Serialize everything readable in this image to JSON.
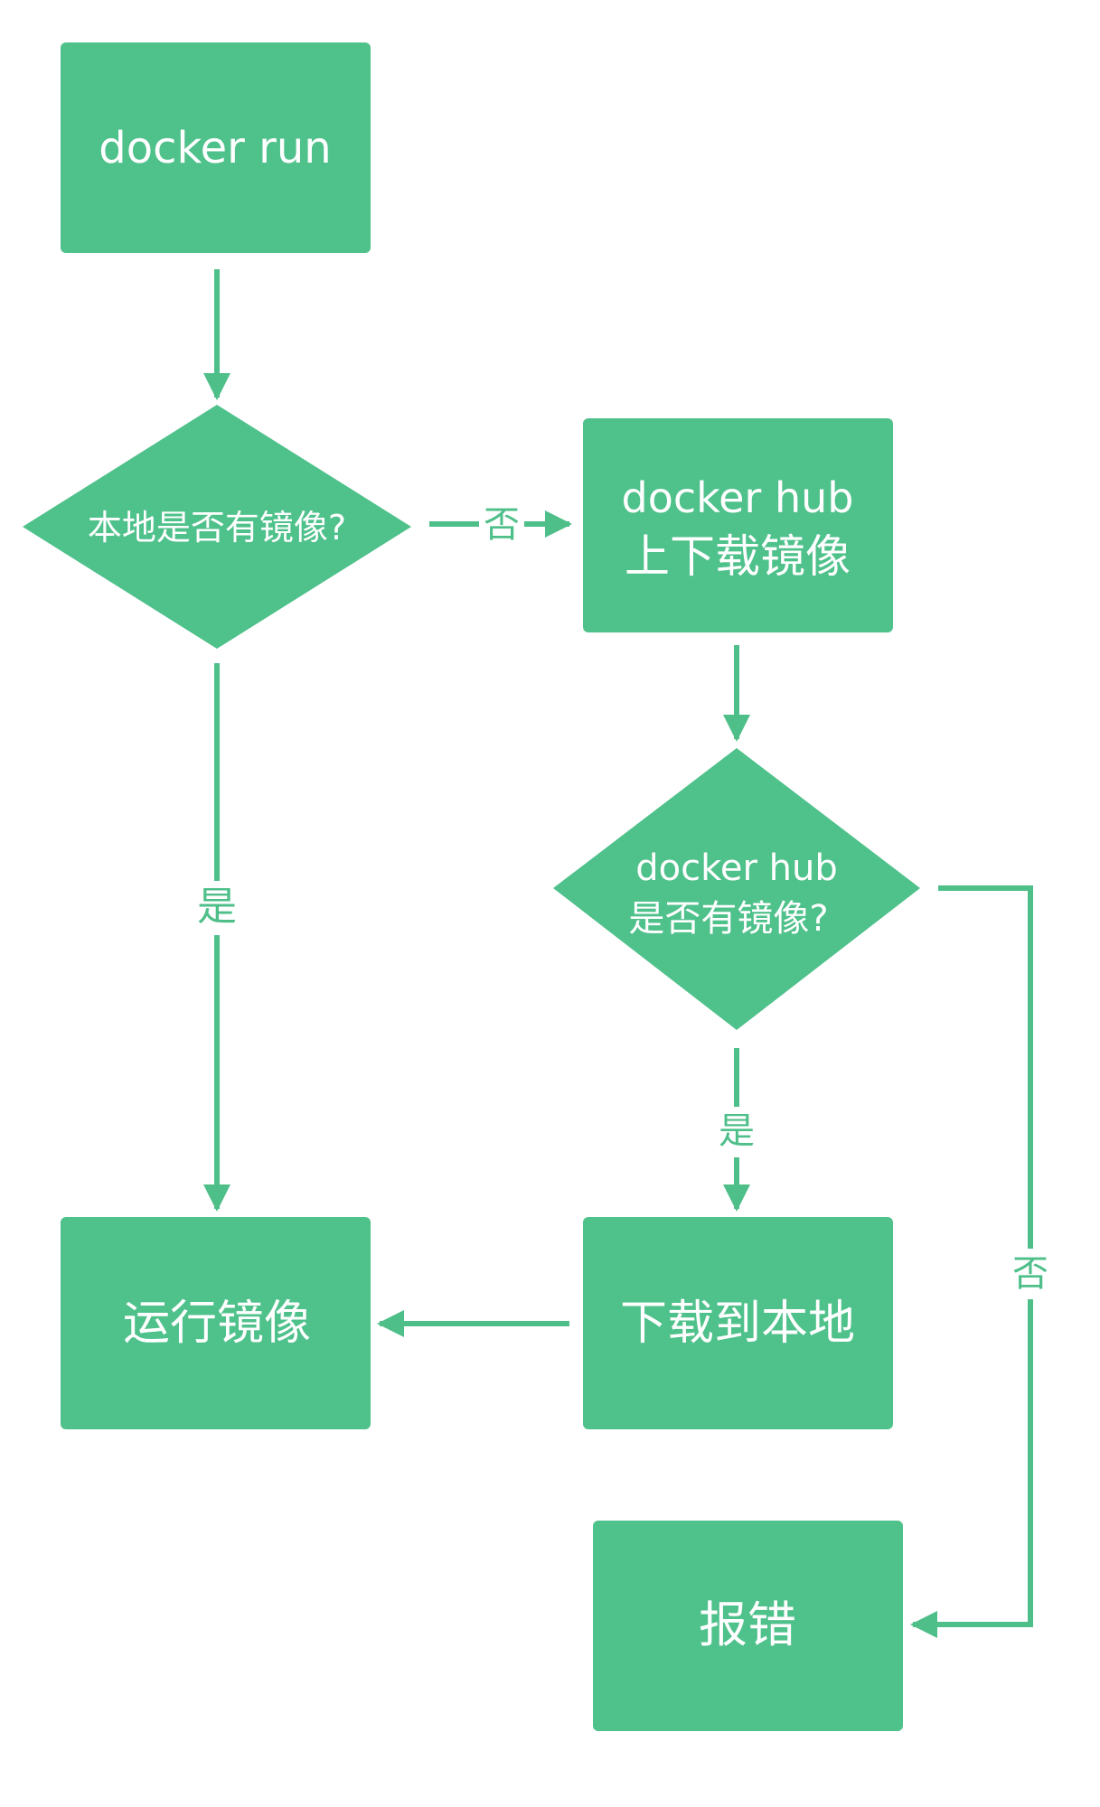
{
  "colors": {
    "node_fill": "#4fc18b",
    "edge": "#4fbf8a",
    "text": "#ffffff",
    "label_bg": "#ffffff"
  },
  "nodes": {
    "start": {
      "line1": "docker run"
    },
    "local_check": {
      "line1": "本地是否有镜像?"
    },
    "pull": {
      "line1": "docker hub",
      "line2": "上下载镜像"
    },
    "hub_check": {
      "line1": "docker hub",
      "line2": "是否有镜像?"
    },
    "run_image": {
      "line1": "运行镜像"
    },
    "download": {
      "line1": "下载到本地"
    },
    "error": {
      "line1": "报错"
    }
  },
  "edges": {
    "local_no": "否",
    "local_yes": "是",
    "hub_yes": "是",
    "hub_no": "否"
  }
}
